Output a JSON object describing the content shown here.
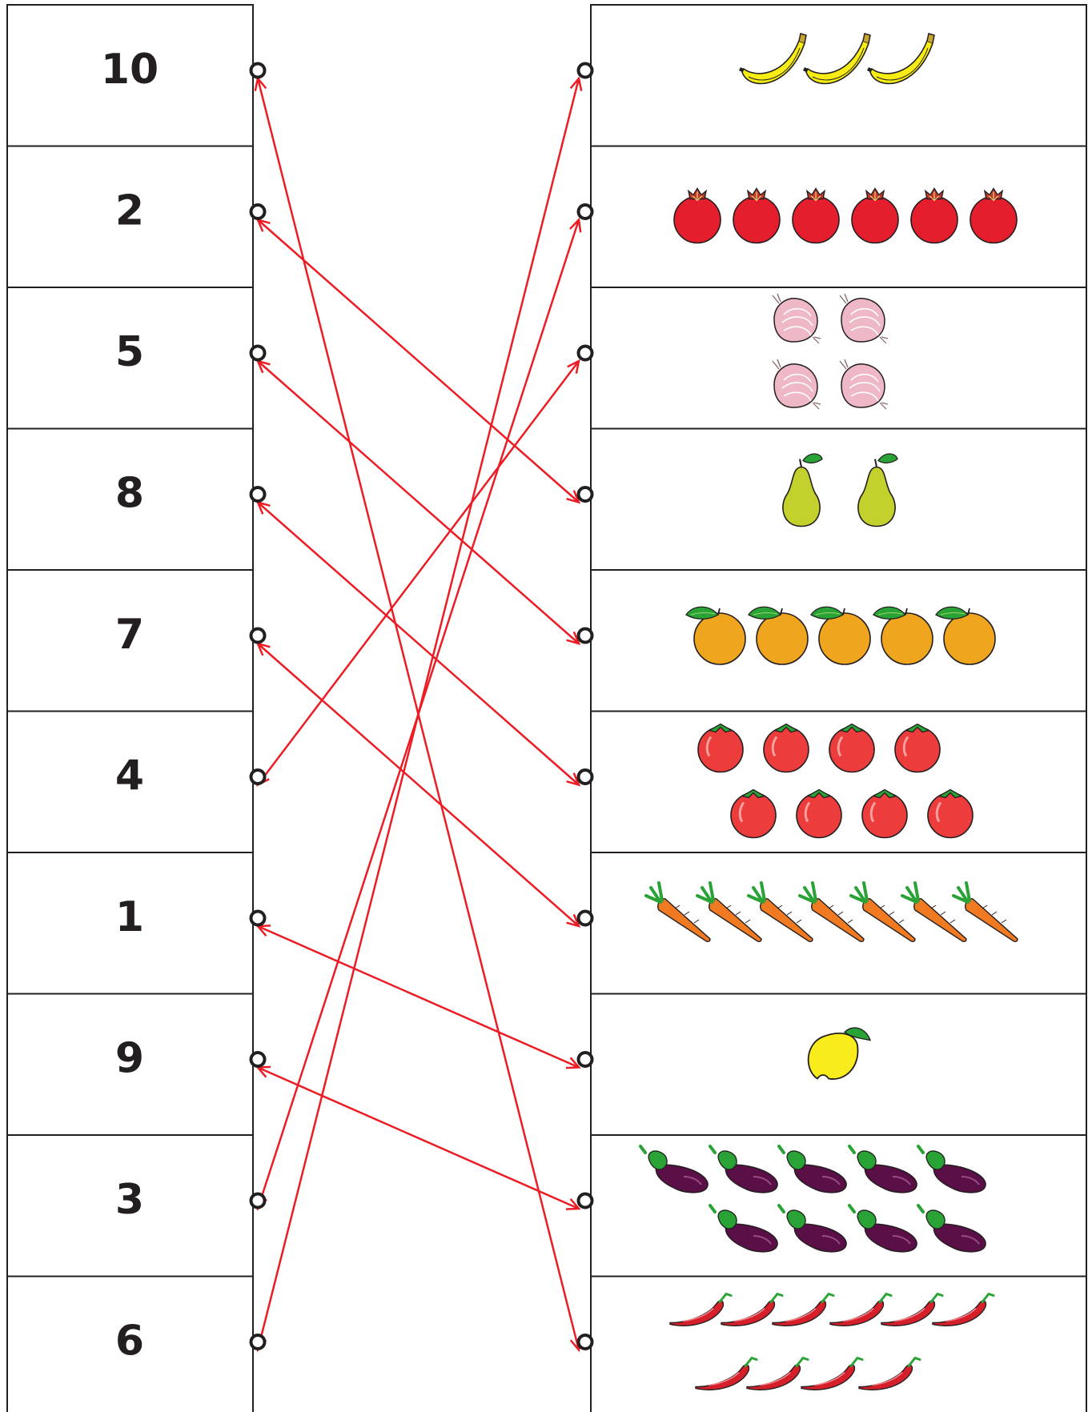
{
  "left_numbers": [
    "10",
    "2",
    "5",
    "8",
    "7",
    "4",
    "1",
    "9",
    "3",
    "6"
  ],
  "right_items": [
    {
      "item": "banana",
      "count": 3
    },
    {
      "item": "pomegranate",
      "count": 6
    },
    {
      "item": "onion",
      "count": 4
    },
    {
      "item": "pear",
      "count": 2
    },
    {
      "item": "orange",
      "count": 5
    },
    {
      "item": "tomato",
      "count": 8
    },
    {
      "item": "carrot",
      "count": 7
    },
    {
      "item": "mango",
      "count": 1
    },
    {
      "item": "eggplant",
      "count": 9
    },
    {
      "item": "chili-pepper",
      "count": 10
    }
  ],
  "matches": [
    {
      "number": "10",
      "item_row": 9
    },
    {
      "number": "2",
      "item_row": 3
    },
    {
      "number": "5",
      "item_row": 4
    },
    {
      "number": "8",
      "item_row": 5
    },
    {
      "number": "7",
      "item_row": 6
    },
    {
      "number": "4",
      "item_row": 2
    },
    {
      "number": "1",
      "item_row": 7
    },
    {
      "number": "9",
      "item_row": 8
    },
    {
      "number": "3",
      "item_row": 1
    },
    {
      "number": "6",
      "item_row": 0
    }
  ],
  "colors": {
    "line": "#ec1c24",
    "border": "#231f20",
    "banana": "#f7ec13",
    "pomegranate": "#e41e2d",
    "onion": "#efb8c6",
    "pear": "#c2d12c",
    "orange": "#f0a51f",
    "tomato": "#ec3c3c",
    "carrot": "#f07a22",
    "mango": "#f8ec1c",
    "eggplant": "#5a0f47",
    "chili": "#d51f2a",
    "leaf": "#2aa336"
  }
}
